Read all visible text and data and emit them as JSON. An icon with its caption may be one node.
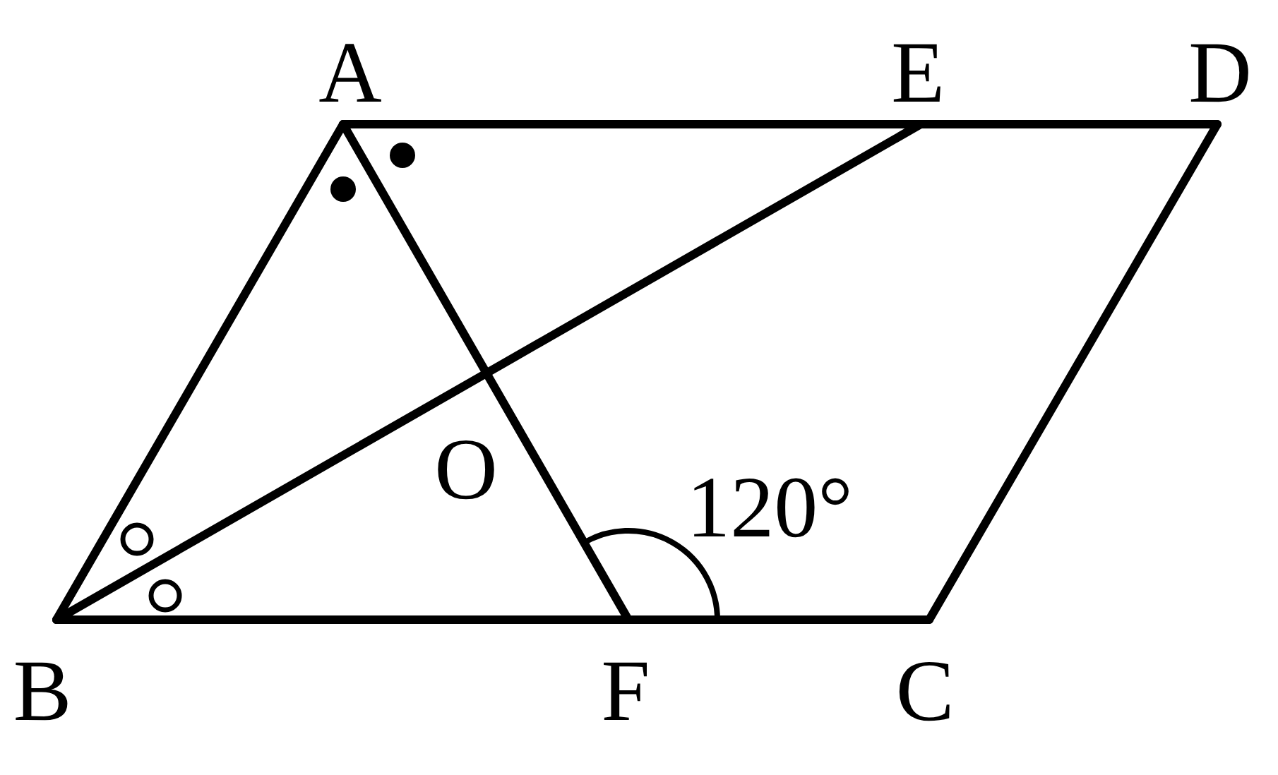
{
  "diagram": {
    "labels": [
      "A",
      "E",
      "D",
      "O",
      "120°",
      "B",
      "F",
      "C"
    ]
  }
}
